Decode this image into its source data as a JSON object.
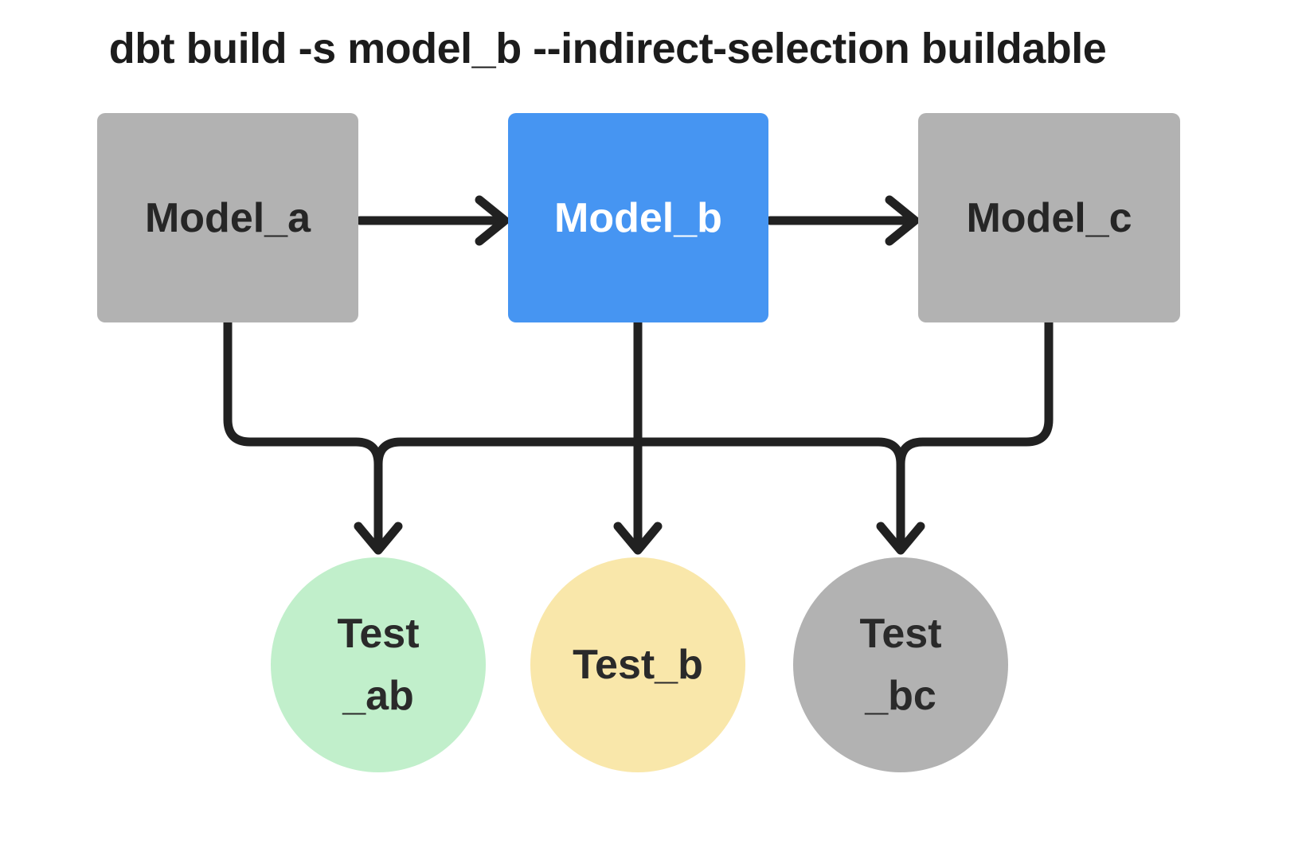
{
  "title": "dbt build -s model_b --indirect-selection buildable",
  "colors": {
    "background": "#ffffff",
    "selected_model_blue": "#4695f2",
    "unselected_gray": "#b2b2b2",
    "test_green": "#c1efcb",
    "test_yellow": "#f9e7aa",
    "edge_stroke": "#212121",
    "dark_text": "#262626",
    "light_text": "#ffffff"
  },
  "nodes": {
    "model_a": {
      "label": "Model_a",
      "type": "model",
      "color": "#b2b2b2",
      "text_color": "#262626"
    },
    "model_b": {
      "label": "Model_b",
      "type": "model",
      "color": "#4695f2",
      "text_color": "#ffffff"
    },
    "model_c": {
      "label": "Model_c",
      "type": "model",
      "color": "#b2b2b2",
      "text_color": "#262626"
    },
    "test_ab": {
      "label": "Test\n_ab",
      "type": "test",
      "color": "#c1efcb",
      "text_color": "#2a2a2a"
    },
    "test_b": {
      "label": "Test_b",
      "type": "test",
      "color": "#f9e7aa",
      "text_color": "#2a2a2a"
    },
    "test_bc": {
      "label": "Test\n_bc",
      "type": "test",
      "color": "#b2b2b2",
      "text_color": "#2a2a2a"
    }
  },
  "edges": [
    {
      "from": "model_a",
      "to": "model_b"
    },
    {
      "from": "model_b",
      "to": "model_c"
    },
    {
      "from": "model_a",
      "to": "test_ab"
    },
    {
      "from": "model_b",
      "to": "test_ab"
    },
    {
      "from": "model_b",
      "to": "test_b"
    },
    {
      "from": "model_b",
      "to": "test_bc"
    },
    {
      "from": "model_c",
      "to": "test_bc"
    }
  ]
}
